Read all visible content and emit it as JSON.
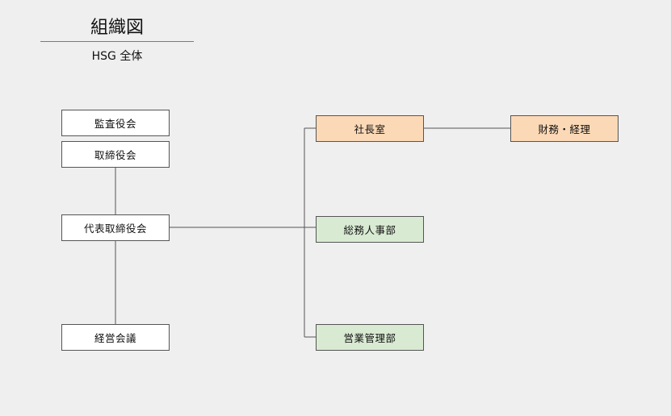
{
  "header": {
    "title": "組織図",
    "subtitle": "HSG 全体",
    "rule_color": "#d9534f"
  },
  "nodes": {
    "audit": "監査役会",
    "board": "取締役会",
    "ceo": "代表取締役会",
    "management": "経営会議",
    "president_office": "社長室",
    "finance": "財務・経理",
    "general_affairs": "総務人事部",
    "sales_mgmt": "営業管理部"
  },
  "colors": {
    "background": "#efefef",
    "box_white": "#ffffff",
    "box_orange": "#fcd9b6",
    "box_green": "#d9ead3",
    "line": "#555555"
  }
}
